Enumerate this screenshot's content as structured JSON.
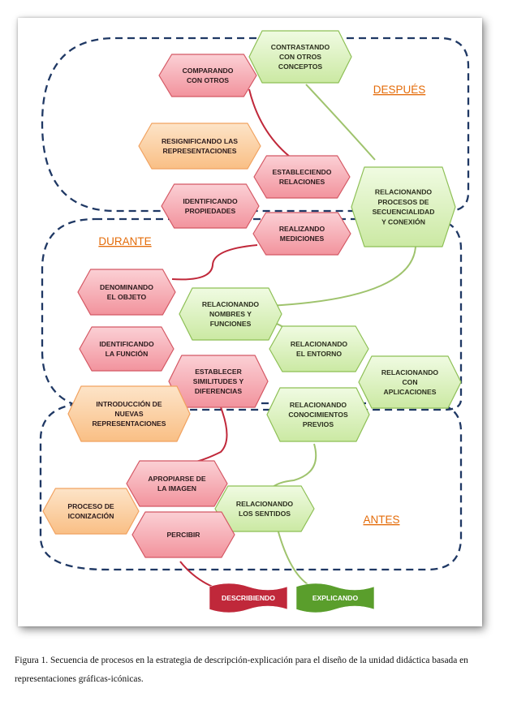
{
  "zones": [
    {
      "id": "despues",
      "label": "DESPUÉS"
    },
    {
      "id": "durante",
      "label": "DURANTE"
    },
    {
      "id": "antes",
      "label": "ANTES"
    }
  ],
  "nodes": [
    {
      "id": "contrastando",
      "lines": [
        "CONTRASTANDO",
        "CON OTROS",
        "CONCEPTOS"
      ],
      "color": "green"
    },
    {
      "id": "comparando",
      "lines": [
        "COMPARANDO",
        "CON OTROS"
      ],
      "color": "red"
    },
    {
      "id": "resignificando",
      "lines": [
        "RESIGNIFICANDO LAS",
        "REPRESENTACIONES"
      ],
      "color": "orange"
    },
    {
      "id": "estableciendo",
      "lines": [
        "ESTABLECIENDO",
        "RELACIONES"
      ],
      "color": "red"
    },
    {
      "id": "identificando-propiedades",
      "lines": [
        "IDENTIFICANDO",
        "PROPIEDADES"
      ],
      "color": "red"
    },
    {
      "id": "relacionando-procesos",
      "lines": [
        "RELACIONANDO",
        "PROCESOS DE",
        "SECUENCIALIDAD",
        "Y CONEXIÓN"
      ],
      "color": "green"
    },
    {
      "id": "realizando",
      "lines": [
        "REALIZANDO",
        "MEDICIONES"
      ],
      "color": "red"
    },
    {
      "id": "denominando",
      "lines": [
        "DENOMINANDO",
        "EL OBJETO"
      ],
      "color": "red"
    },
    {
      "id": "relacionando-nombres",
      "lines": [
        "RELACIONANDO",
        "NOMBRES Y",
        "FUNCIONES"
      ],
      "color": "green"
    },
    {
      "id": "identificando-funcion",
      "lines": [
        "IDENTIFICANDO",
        "LA FUNCIÓN"
      ],
      "color": "red"
    },
    {
      "id": "relacionando-entorno",
      "lines": [
        "RELACIONANDO",
        "EL ENTORNO"
      ],
      "color": "green"
    },
    {
      "id": "relacionando-aplicaciones",
      "lines": [
        "RELACIONANDO",
        "CON",
        "APLICACIONES"
      ],
      "color": "green"
    },
    {
      "id": "establecer",
      "lines": [
        "ESTABLECER",
        "SIMILITUDES Y",
        "DIFERENCIAS"
      ],
      "color": "red"
    },
    {
      "id": "introduccion",
      "lines": [
        "INTRODUCCIÓN DE",
        "NUEVAS",
        "REPRESENTACIONES"
      ],
      "color": "orange"
    },
    {
      "id": "relacionando-conocimientos",
      "lines": [
        "RELACIONANDO",
        "CONOCIMIENTOS",
        "PREVIOS"
      ],
      "color": "green"
    },
    {
      "id": "apropiarse",
      "lines": [
        "APROPIARSE DE",
        "LA IMAGEN"
      ],
      "color": "red"
    },
    {
      "id": "proceso",
      "lines": [
        "PROCESO DE",
        "ICONIZACIÓN"
      ],
      "color": "orange"
    },
    {
      "id": "relacionando-sentidos",
      "lines": [
        "RELACIONANDO",
        "LOS SENTIDOS"
      ],
      "color": "green"
    },
    {
      "id": "percibir",
      "lines": [
        "PERCIBIR"
      ],
      "color": "red"
    }
  ],
  "banners": [
    {
      "id": "describiendo",
      "label": "DESCRIBIENDO",
      "color": "#c0283a"
    },
    {
      "id": "explicando",
      "label": "EXPLICANDO",
      "color": "#5a9e2c"
    }
  ],
  "colors": {
    "red_fill": "#f6a9b1",
    "red_stroke": "#d45763",
    "red_line": "#c0283a",
    "green_fill": "#d8f1b6",
    "green_stroke": "#8dbf55",
    "green_line": "#9fc36d",
    "orange_fill": "#fcd1a4",
    "orange_stroke": "#f1a260",
    "zone_border": "#1f3864",
    "zone_label": "#e46c0a"
  },
  "caption": {
    "line1": "Figura 1. Secuencia de procesos en la estrategia de descripción-explicación para  el diseño de la unidad didáctica basada en",
    "line2": "representaciones gráficas-icónicas."
  }
}
